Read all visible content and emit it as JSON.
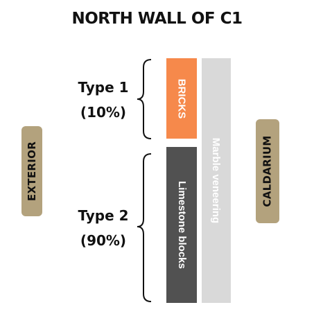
{
  "title": "NORTH WALL OF C1",
  "side_labels": {
    "left": "EXTERIOR",
    "right": "CALDARIUM"
  },
  "layers": {
    "bricks": "BRICKS",
    "limestone": "Limestone blocks",
    "marble": "Marble veneering"
  },
  "types": [
    {
      "name": "Type 1",
      "share": "(10%)"
    },
    {
      "name": "Type 2",
      "share": "(90%)"
    }
  ],
  "colors": {
    "bricks": "#f6894b",
    "limestone": "#515151",
    "marble": "#d9d9d9",
    "label_box": "#b3a27d"
  }
}
